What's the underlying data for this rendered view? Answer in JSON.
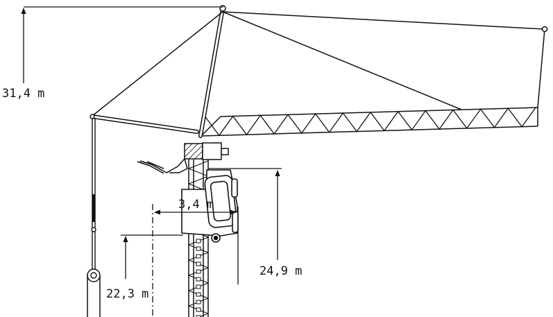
{
  "dimensions": {
    "total_height": "31,4 m",
    "cab_width": "3,4 m",
    "cab_top_height": "24,9 m",
    "cab_floor_height": "22,3 m"
  },
  "colors": {
    "line": "#111111",
    "background": "#ffffff"
  }
}
